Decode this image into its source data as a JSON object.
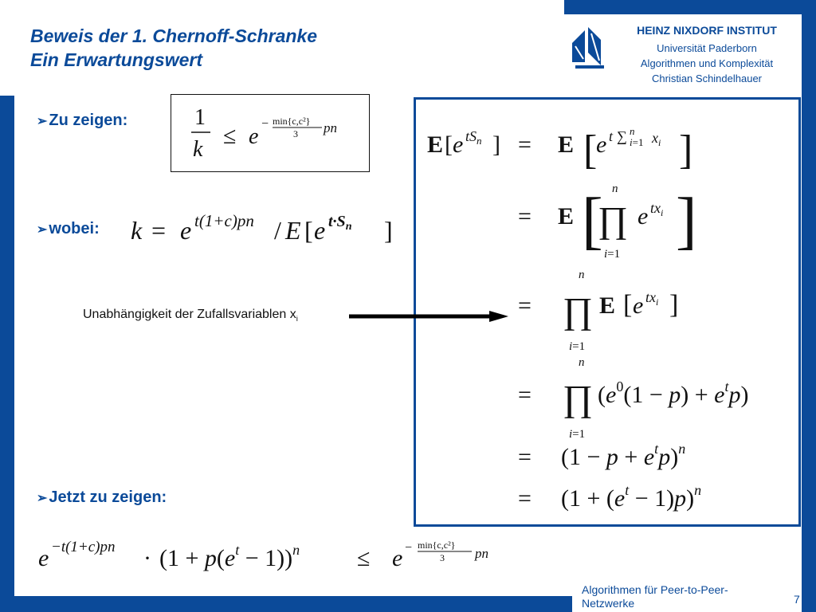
{
  "slide": {
    "title_line1": "Beweis der 1. Chernoff-Schranke",
    "title_line2": "Ein Erwartungswert"
  },
  "institute": {
    "name": "HEINZ NIXDORF INSTITUT",
    "line1": "Universität Paderborn",
    "line2": "Algorithmen und Komplexität",
    "line3": "Christian Schindelhauer"
  },
  "bullets": {
    "b1": "Zu zeigen:",
    "b2": "wobei:",
    "b3": "Jetzt zu zeigen:"
  },
  "annotation": {
    "text": "Unabhängigkeit der Zufallsvariablen x",
    "subscript": "i"
  },
  "footer": {
    "course": "Algorithmen für Peer-to-Peer-Netzwerke",
    "page": "7"
  },
  "colors": {
    "brand_blue": "#0b4a99"
  }
}
